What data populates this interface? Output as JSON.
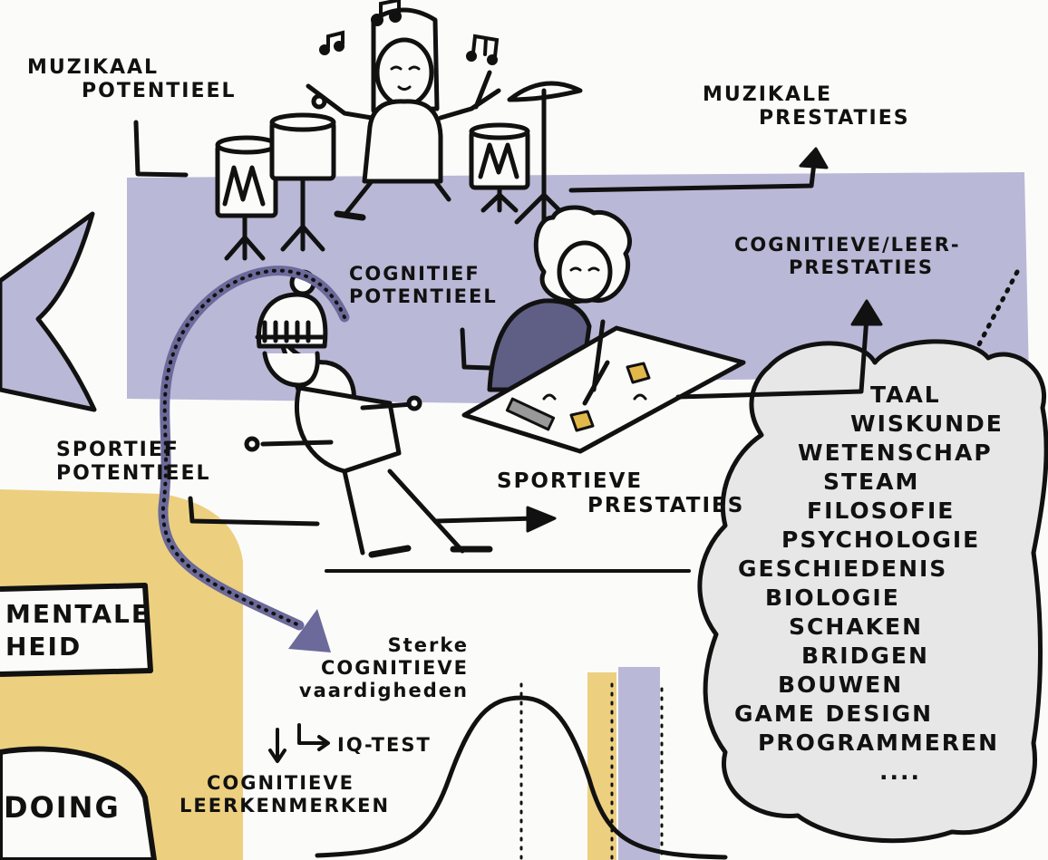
{
  "palette": {
    "lavender": "#b9b8d6",
    "gold": "#ecd07f",
    "cloud": "#e7e7e7",
    "ink": "#111111",
    "puzzle": "#e3b84a",
    "dotted": "#6b6a9a"
  },
  "labels": {
    "muzikaal_potentieel": [
      "MUZIKAAL",
      "POTENTIEEL"
    ],
    "muzikale_prestaties": [
      "MUZIKALE",
      "PRESTATIES"
    ],
    "cognitief_potentieel": [
      "COGNITIEF",
      "POTENTIEEL"
    ],
    "cognitieve_prestaties": [
      "COGNITIEVE/LEER-",
      "PRESTATIES"
    ],
    "sportief_potentieel": [
      "SPORTIEF",
      "POTENTIEEL"
    ],
    "sportieve_prestaties": [
      "SPORTIEVE",
      "PRESTATIES"
    ],
    "mentale": [
      "MENTALE",
      "HEID"
    ],
    "doing": "DOING",
    "sterke": [
      "Sterke",
      "COGNITIEVE",
      "vaardigheden"
    ],
    "iq_test": "IQ-TEST",
    "cognitieve_leerkenmerken": [
      "COGNITIEVE",
      "LEERKENMERKEN"
    ]
  },
  "cloud_items": [
    "TAAL",
    "WISKUNDE",
    "WETENSCHAP",
    "STEAM",
    "FILOSOFIE",
    "PSYCHOLOGIE",
    "GESCHIEDENIS",
    "BIOLOGIE",
    "SCHAKEN",
    "BRIDGEN",
    "BOUWEN",
    "GAME DESIGN",
    "PROGRAMMEREN",
    "...."
  ],
  "icons": [
    "drummer-illustration",
    "drum-kit-icon",
    "music-note-icon",
    "puzzle-table-illustration",
    "skater-illustration",
    "bell-curve-icon"
  ]
}
